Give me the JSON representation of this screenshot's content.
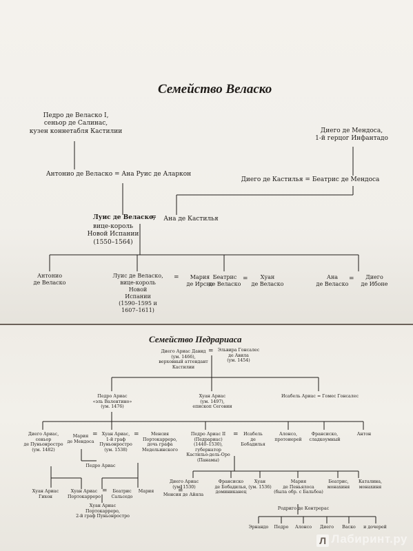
{
  "velasco": {
    "title": "Семейство Веласко",
    "pedro": [
      "Педро де Веласко I,",
      "сеньор де Салинас,",
      "кузен коннетабля Кастилии"
    ],
    "diego_mendosa": [
      "Диего де Мендоса,",
      "1-й герцог Инфантадо"
    ],
    "antonio_ana": "Антонио де Веласко = Ана Руис де Аларкон",
    "diego_beatris": "Диего де Кастилья = Беатрис де Мендоса",
    "luis_name": "Луис де Веласко,",
    "luis_desc": [
      "вице-король",
      "Новой Испании",
      "(1550–1564)"
    ],
    "eq": "=",
    "ana_castilia": "Ана де Кастилья",
    "child_antonio": [
      "Антонио",
      "де Веласко"
    ],
    "child_luis": [
      "Луис де Веласко,",
      "вице-король",
      "Новой",
      "Испании",
      "(1590–1595 и",
      "1607–1611)"
    ],
    "child_maria": [
      "Мария",
      "де Ирсно"
    ],
    "child_beatris": [
      "Беатрис",
      "де Веласко"
    ],
    "child_huan": [
      "Хуан",
      "де Веласко"
    ],
    "child_ana": [
      "Ана",
      "де Веласко"
    ],
    "child_diego": [
      "Диего",
      "де Ибоне"
    ]
  },
  "pedrarias": {
    "title": "Семейство Педрариаса",
    "diego_arias": [
      "Диего Ариас Давид",
      "(ум. 1466),",
      "верховный аттендант",
      "Кастилии"
    ],
    "elvira": [
      "Эльвира Гонсалес",
      "де Авила",
      "(ум. 1454)"
    ],
    "pedro_arias": [
      "Педро Ариас",
      "«эль Валентино»",
      "(ум. 1476)"
    ],
    "huan_arias_bishop": [
      "Хуан Ариас",
      "(ум. 1497),",
      "епископ Сеговии"
    ],
    "isabel_gomez": "Исабель Ариас = Гомес Гонсалес",
    "g3_diego": [
      "Диего Ариас,",
      "сеньор",
      "де Пуньонростро",
      "(ум. 1482)"
    ],
    "g3_maria": [
      "Мария",
      "де Мендоса"
    ],
    "g3_huan": [
      "Хуан Ариас,",
      "1-й граф",
      "Пуньонростро",
      "(ум. 1538)"
    ],
    "g3_mensia": [
      "Менсия",
      "Портокарреро,",
      "дочь графа",
      "Медельинского"
    ],
    "g3_pedro": [
      "Педро Ариас II",
      "(Педрариас)",
      "(1440–1530),",
      "губернатор",
      "Кастильо-дель-Оро",
      "(Панамы)"
    ],
    "g3_isabel": [
      "Исабель",
      "де",
      "Бобадилья"
    ],
    "g3_alonso": [
      "Алонсо,",
      "протоиерей"
    ],
    "g3_fransisko": [
      "Франсиско,",
      "сладкоумный"
    ],
    "g3_anton": "Антон",
    "pedro_arias_small": "Педро Ариас",
    "g4_huan_gijon": [
      "Хуан Ариас",
      "Гихон"
    ],
    "g4_huan_porto": [
      "Хуан Ариас",
      "Портокарреро"
    ],
    "g4_beatris": [
      "Беатрис",
      "Сальседо"
    ],
    "g4_maria": "Мария",
    "g5_huan": [
      "Хуан Ариас",
      "Портокарреро,",
      "2-й граф Пуньонростро"
    ],
    "g4_diego_arias": [
      "Диего Ариас",
      "(ум. 1530)"
    ],
    "g4_mensia": "Менсия де Айяла",
    "g4_fransisko": [
      "Франсиско",
      "де Бобадилья,",
      "доминиканец"
    ],
    "g4_huan_1536": [
      "Хуан",
      "(ум. 1536)"
    ],
    "g4_maria_penyalosa": [
      "Мария",
      "де Пеньялоса",
      "(была обр. с Бальбоа)"
    ],
    "g4_beatris_nun": [
      "Беатрис,",
      "монахиня"
    ],
    "g4_katalina": [
      "Каталина,",
      "монахиня"
    ],
    "rodrigo": "Родриго де Контрерас",
    "g5_kids": [
      "Эрнандо",
      "Педро",
      "Алонсо",
      "Диего",
      "Васко",
      "и дочерей"
    ]
  },
  "watermark": "Лабиринт.ру",
  "watermark_icon": "labirint-logo-icon"
}
